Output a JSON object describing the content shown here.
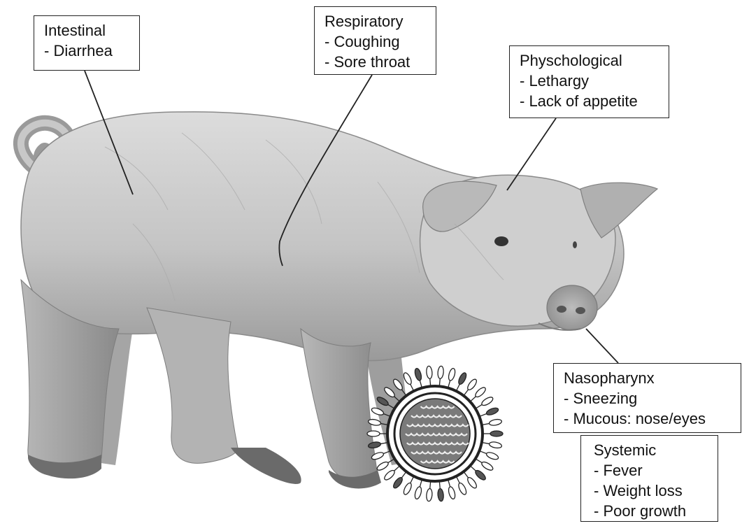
{
  "labels": {
    "intestinal": {
      "title": "Intestinal",
      "items": [
        "- Diarrhea"
      ]
    },
    "respiratory": {
      "title": "Respiratory",
      "items": [
        "- Coughing",
        "- Sore throat"
      ]
    },
    "psychological": {
      "title": "Physchological",
      "items": [
        "- Lethargy",
        "- Lack of appetite"
      ]
    },
    "nasopharynx": {
      "title": "Nasopharynx",
      "items": [
        "- Sneezing",
        "- Mucous: nose/eyes"
      ]
    },
    "systemic": {
      "title": "Systemic",
      "items": [
        "- Fever",
        "- Weight loss",
        "- Poor growth"
      ]
    }
  },
  "illustration": {
    "subject": "pig-illustration",
    "virus": "influenza-virion-icon"
  },
  "colors": {
    "line": "#222222",
    "pig_fill": "#c9c9c9",
    "pig_shadow": "#8e8e8e",
    "background": "#ffffff"
  }
}
